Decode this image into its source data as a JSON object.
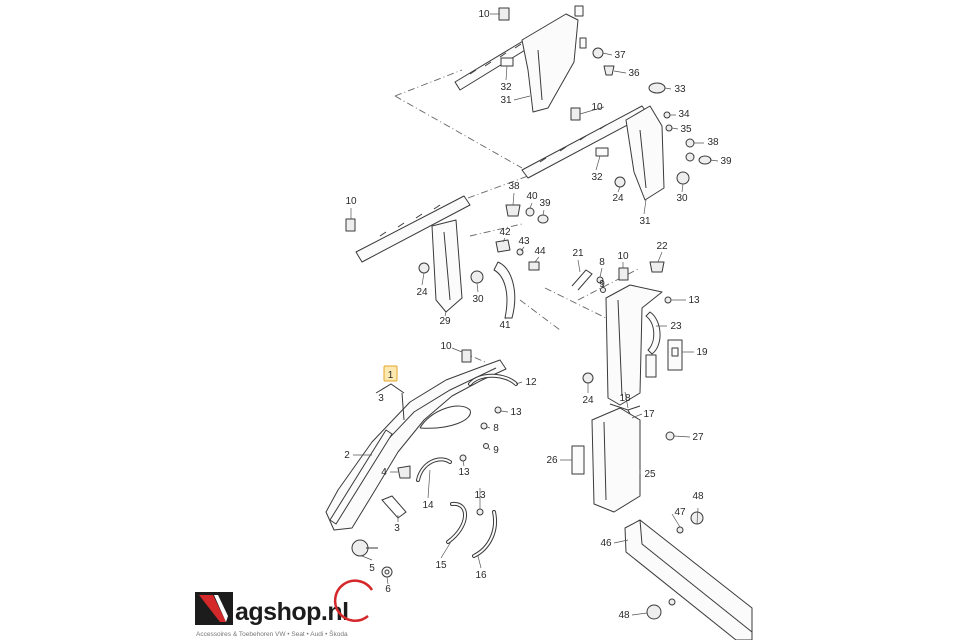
{
  "diagram": {
    "highlighted_callout": "1",
    "callouts": [
      "10",
      "37",
      "36",
      "32",
      "31",
      "33",
      "10",
      "34",
      "35",
      "38",
      "39",
      "32",
      "24",
      "30",
      "31",
      "10",
      "38",
      "40",
      "39",
      "42",
      "43",
      "44",
      "21",
      "8",
      "10",
      "22",
      "9",
      "24",
      "30",
      "29",
      "41",
      "13",
      "23",
      "19",
      "10",
      "12",
      "3",
      "24",
      "18",
      "17",
      "13",
      "8",
      "9",
      "27",
      "2",
      "26",
      "25",
      "13",
      "4",
      "14",
      "48",
      "13",
      "47",
      "3",
      "46",
      "5",
      "15",
      "6",
      "16",
      "48"
    ]
  },
  "logo": {
    "wordmark": "agshop.nl",
    "tagline": "Accessoires & Toebehoren VW • Seat • Audi • Škoda"
  },
  "colors": {
    "line": "#3a3a3a",
    "highlight_fill": "#fde9b0",
    "highlight_stroke": "#e3a528",
    "logo_red": "#d4282b",
    "logo_dark": "#1c1c1c"
  }
}
